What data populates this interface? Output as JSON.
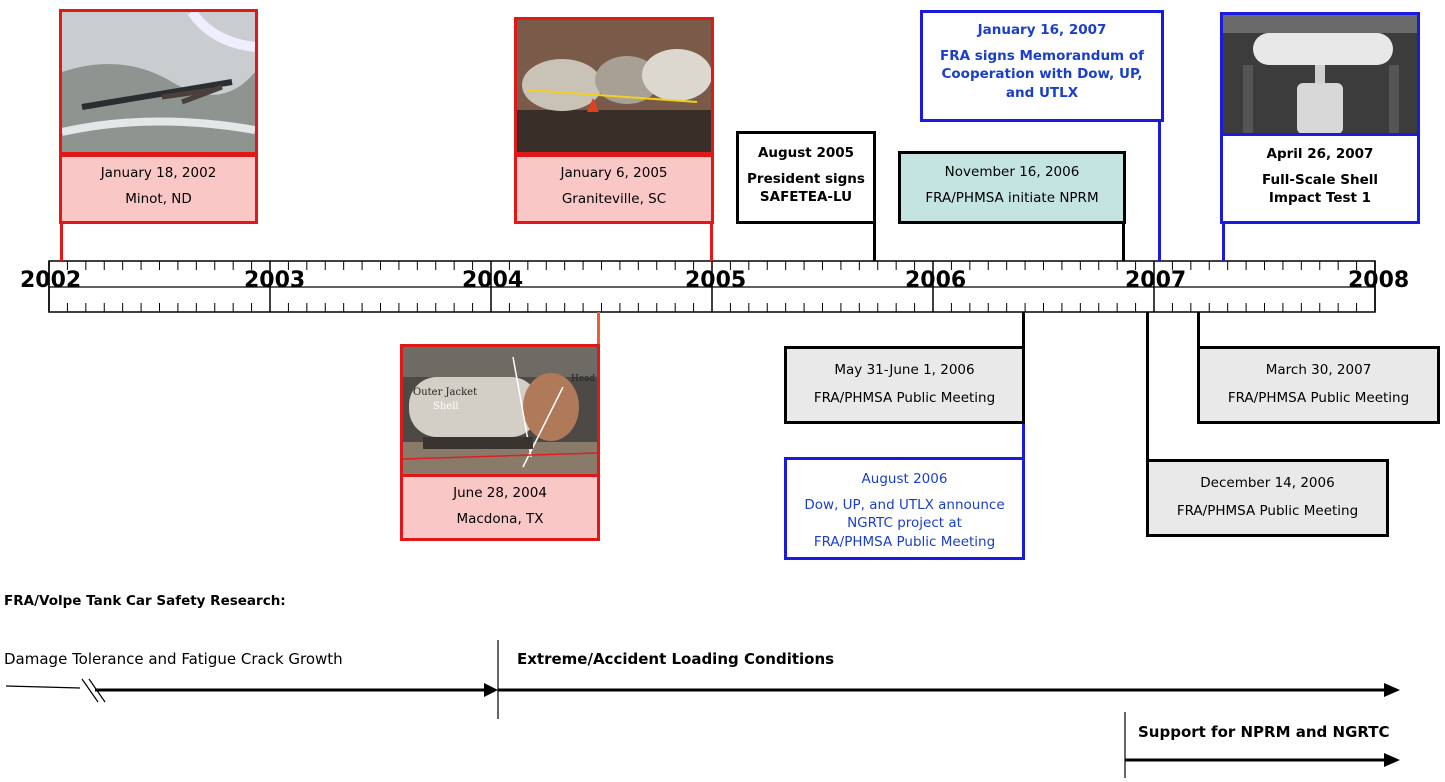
{
  "timeline": {
    "years": [
      "2002",
      "2003",
      "2004",
      "2005",
      "2006",
      "2007",
      "2008"
    ]
  },
  "events": {
    "minot": {
      "date": "January 18, 2002",
      "place": "Minot, ND"
    },
    "graniteville": {
      "date": "January 6, 2005",
      "place": "Graniteville, SC"
    },
    "macdona": {
      "date": "June 28, 2004",
      "place": "Macdona, TX"
    },
    "safetea": {
      "date": "August 2005",
      "desc1": "President signs",
      "desc2": "SAFETEA-LU"
    },
    "nprm": {
      "date": "November 16, 2006",
      "desc": "FRA/PHMSA initiate NPRM"
    },
    "moc": {
      "date": "January 16, 2007",
      "desc1": "FRA signs Memorandum of",
      "desc2": "Cooperation with Dow, UP,",
      "desc3": "and UTLX"
    },
    "shelltest": {
      "date": "April 26, 2007",
      "desc1": "Full-Scale Shell",
      "desc2": "Impact Test 1"
    },
    "meeting_may": {
      "date": "May 31-June 1, 2006",
      "desc": "FRA/PHMSA Public Meeting"
    },
    "meeting_aug": {
      "date": "August 2006",
      "desc1": "Dow, UP, and UTLX announce",
      "desc2": "NGRTC project at",
      "desc3": "FRA/PHMSA Public Meeting"
    },
    "meeting_mar": {
      "date": "March 30, 2007",
      "desc": "FRA/PHMSA Public Meeting"
    },
    "meeting_dec": {
      "date": "December 14, 2006",
      "desc": "FRA/PHMSA Public Meeting"
    }
  },
  "photo_labels": {
    "outer_jacket": "Outer Jacket",
    "shell": "Shell",
    "head": "Head"
  },
  "research": {
    "title": "FRA/Volpe Tank Car Safety Research:",
    "phase1": "Damage Tolerance and Fatigue Crack Growth",
    "phase2": "Extreme/Accident Loading Conditions",
    "phase3": "Support for NPRM and NGRTC"
  },
  "colors": {
    "incident": "#e01818",
    "industry": "#1a1ae0",
    "pink": "#fac7c7",
    "gray": "#e9e9e9",
    "teal": "#c4e4e2"
  }
}
